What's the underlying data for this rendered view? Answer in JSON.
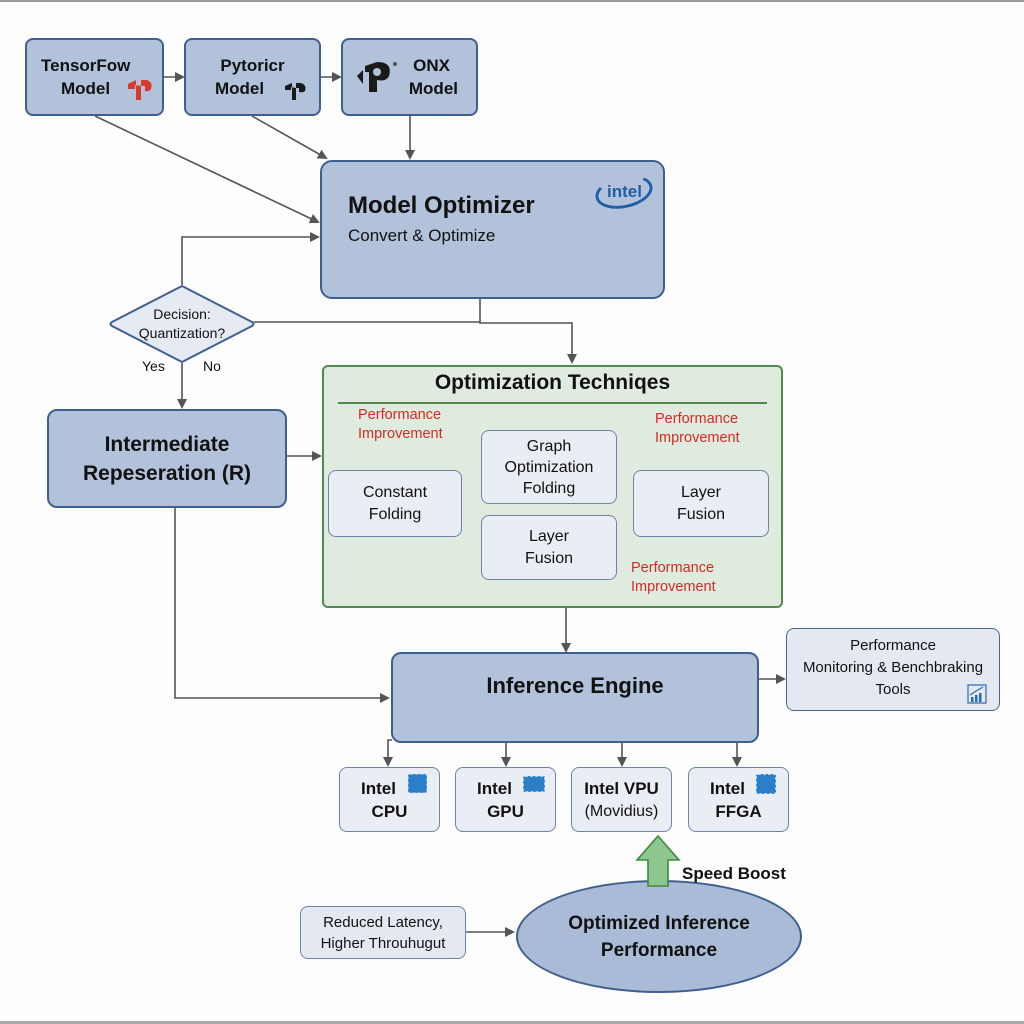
{
  "sources": [
    {
      "line1": "TensorFow",
      "line2": "Model",
      "icon": "tensorflow-logo-icon",
      "icon_color": "#d83a2e"
    },
    {
      "line1": "Pytoricr",
      "line2": "Model",
      "icon": "pytorch-logo-icon",
      "icon_color": "#1a1a1a"
    },
    {
      "line1": "ONX",
      "line2": "Model",
      "icon": "onnx-logo-icon",
      "icon_color": "#1a1a1a"
    }
  ],
  "model_optimizer": {
    "title": "Model Optimizer",
    "subtitle": "Convert & Optimize",
    "brand": "intel"
  },
  "decision": {
    "line1": "Decision:",
    "line2": "Quantization?",
    "yes_label": "Yes",
    "no_label": "No"
  },
  "intermediate": {
    "line1": "Intermediate",
    "line2": "Repeseration (R)"
  },
  "optimization": {
    "title": "Optimization Techniqes",
    "nodes": {
      "constant_folding": {
        "line1": "Constant",
        "line2": "Folding"
      },
      "graph_optimization": {
        "line1": "Graph",
        "line2": "Optimization",
        "line3": "Folding"
      },
      "layer_fusion_center": {
        "line1": "Layer",
        "line2": "Fusion"
      },
      "layer_fusion_right": {
        "line1": "Layer",
        "line2": "Fusion"
      }
    },
    "annotations": [
      {
        "line1": "Performance",
        "line2": "Improvement"
      },
      {
        "line1": "Performance",
        "line2": "Improvement"
      },
      {
        "line1": "Performance",
        "line2": "Improvement"
      }
    ]
  },
  "inference_engine": {
    "title": "Inference Engine"
  },
  "monitoring": {
    "line1": "Performance",
    "line2": "Monitoring & Benchbraking",
    "line3": "Tools",
    "icon": "bar-chart-icon"
  },
  "devices": [
    {
      "line1": "Intel",
      "line2": "CPU",
      "icon": "cpu-chip-icon"
    },
    {
      "line1": "Intel",
      "line2": "GPU",
      "icon": "gpu-chip-icon"
    },
    {
      "line1": "Intel VPU",
      "line2": "(Movidius)",
      "icon": ""
    },
    {
      "line1": "Intel",
      "line2": "FFGA",
      "icon": "fpga-chip-icon"
    }
  ],
  "speed_boost": "Speed Boost",
  "benefits": {
    "line1": "Reduced Latency,",
    "line2": "Higher Throuhugut"
  },
  "result": {
    "line1": "Optimized Inference",
    "line2": "Performance"
  },
  "colors": {
    "box_fill": "#b2c2da",
    "box_border": "#3f5f8f",
    "opt_panel_fill": "#e0ebdf",
    "opt_panel_border": "#4f8a4f",
    "annotation_red": "#d42a23",
    "speed_arrow_green": "#8fc58f",
    "intel_blue": "#1f5fa6"
  }
}
